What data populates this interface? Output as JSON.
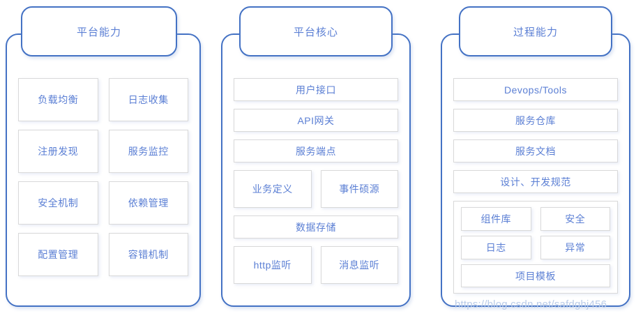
{
  "columns": [
    {
      "id": "platform-capability",
      "header": "平台能力",
      "layout": "grid-2",
      "cards": [
        "负载均衡",
        "日志收集",
        "注册发现",
        "服务监控",
        "安全机制",
        "依赖管理",
        "配置管理",
        "容错机制"
      ]
    },
    {
      "id": "platform-core",
      "header": "平台核心",
      "layout": "stack",
      "rows": [
        {
          "type": "full",
          "cards": [
            "用户接口"
          ]
        },
        {
          "type": "full",
          "cards": [
            "API网关"
          ]
        },
        {
          "type": "full",
          "cards": [
            "服务端点"
          ]
        },
        {
          "type": "pair",
          "cards": [
            "业务定义",
            "事件硕源"
          ]
        },
        {
          "type": "full",
          "cards": [
            "数据存储"
          ]
        },
        {
          "type": "pair",
          "cards": [
            "http监听",
            "消息监听"
          ]
        }
      ]
    },
    {
      "id": "process-capability",
      "header": "过程能力",
      "layout": "stack",
      "rows": [
        {
          "type": "full",
          "cards": [
            "Devops/Tools"
          ]
        },
        {
          "type": "full",
          "cards": [
            "服务仓库"
          ]
        },
        {
          "type": "full",
          "cards": [
            "服务文档"
          ]
        },
        {
          "type": "full",
          "cards": [
            "设计、开发规范"
          ]
        }
      ],
      "group": {
        "rows": [
          {
            "type": "pair",
            "cards": [
              "组件库",
              "安全"
            ]
          },
          {
            "type": "pair",
            "cards": [
              "日志",
              "异常"
            ]
          },
          {
            "type": "full",
            "cards": [
              "项目模板"
            ]
          }
        ]
      }
    }
  ],
  "watermark": "https://blog.csdn.net/safdghj456",
  "colors": {
    "container_border": "#4472c4",
    "card_border": "#d9d9d9",
    "text": "#5b7fd4",
    "background": "#ffffff",
    "watermark": "#b9cbe8"
  }
}
